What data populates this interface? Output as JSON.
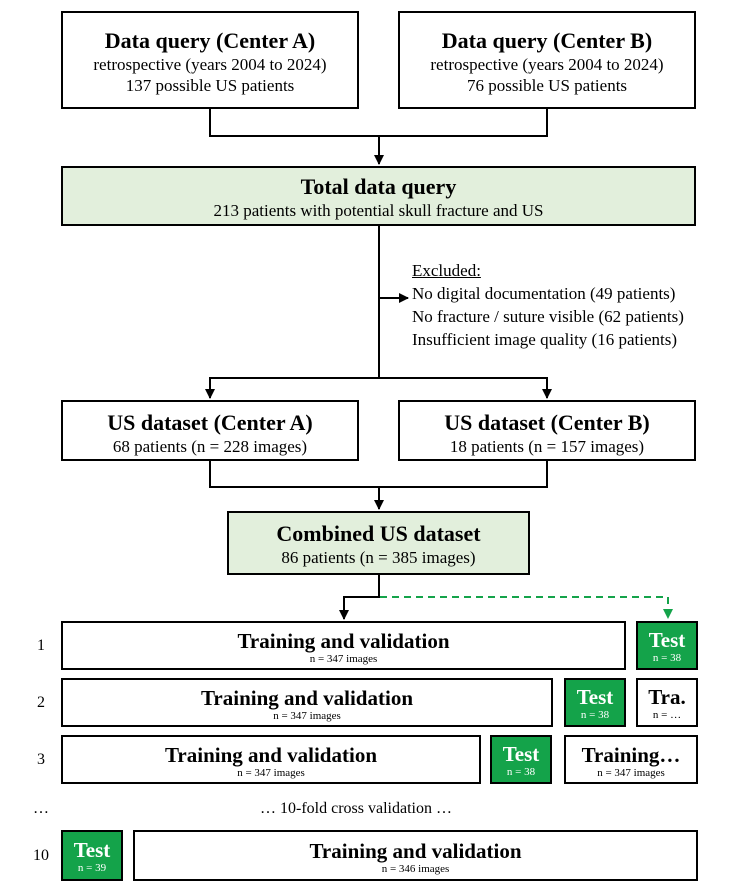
{
  "query_a": {
    "title": "Data query (Center A)",
    "line1": "retrospective (years 2004 to 2024)",
    "line2": "137 possible US patients"
  },
  "query_b": {
    "title": "Data query (Center B)",
    "line1": "retrospective (years 2004 to 2024)",
    "line2": "76 possible US patients"
  },
  "total": {
    "title": "Total data query",
    "line1": "213 patients with potential skull fracture and US"
  },
  "excluded": {
    "heading": "Excluded:",
    "items": [
      "No digital documentation (49 patients)",
      "No fracture / suture visible (62 patients)",
      "Insufficient image quality (16 patients)"
    ]
  },
  "dataset_a": {
    "title": "US dataset (Center A)",
    "line1": "68 patients (n = 228 images)"
  },
  "dataset_b": {
    "title": "US dataset (Center B)",
    "line1": "18 patients (n = 157 images)"
  },
  "combined": {
    "title": "Combined US dataset",
    "line1": "86 patients (n = 385 images)"
  },
  "folds": [
    {
      "num": "1",
      "train": {
        "title": "Training and validation",
        "n": "n = 347 images"
      },
      "test": {
        "title": "Test",
        "n": "n = 38"
      }
    },
    {
      "num": "2",
      "train": {
        "title": "Training and validation",
        "n": "n = 347 images"
      },
      "test": {
        "title": "Test",
        "n": "n = 38"
      },
      "extra": {
        "title": "Tra.",
        "n": "n = …"
      }
    },
    {
      "num": "3",
      "train": {
        "title": "Training and validation",
        "n": "n = 347 images"
      },
      "test": {
        "title": "Test",
        "n": "n = 38"
      },
      "extra": {
        "title": "Training…",
        "n": "n = 347 images"
      }
    },
    {
      "num": "10",
      "train": {
        "title": "Training and validation",
        "n": "n = 346 images"
      },
      "test": {
        "title": "Test",
        "n": "n = 39"
      }
    }
  ],
  "ellipsis_num": "…",
  "cv_label": "… 10-fold cross validation …",
  "colors": {
    "test_green": "#14a34a",
    "highlight_green": "#e2efdc",
    "dashed_arrow": "#14a34a"
  }
}
